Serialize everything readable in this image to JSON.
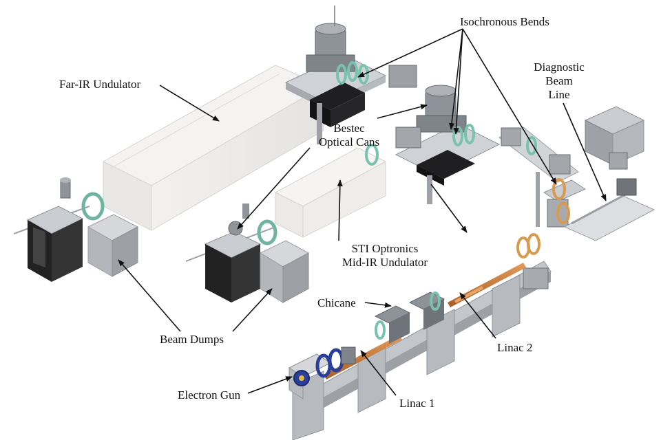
{
  "labels": {
    "isochronous_bends": "Isochronous Bends",
    "diagnostic_beam_line": [
      "Diagnostic",
      "Beam",
      "Line"
    ],
    "far_ir_undulator": "Far-IR Undulator",
    "bestec_optical_cans": [
      "Bestec",
      "Optical Cans"
    ],
    "sti_optronics": [
      "STI Optronics",
      "Mid-IR Undulator"
    ],
    "chicane": "Chicane",
    "beam_dumps": "Beam Dumps",
    "linac_2": "Linac 2",
    "electron_gun": "Electron Gun",
    "linac_1": "Linac 1"
  },
  "colors": {
    "metal_light": "#d8dadc",
    "metal_mid": "#a9adb2",
    "metal_dark": "#6b7077",
    "dark_box": "#2a2a2c",
    "copper": "#c9793a",
    "magnet_green": "#8fc7b8",
    "magnet_blue": "#2a3f9a",
    "undulator_glass": "#ecebea"
  }
}
